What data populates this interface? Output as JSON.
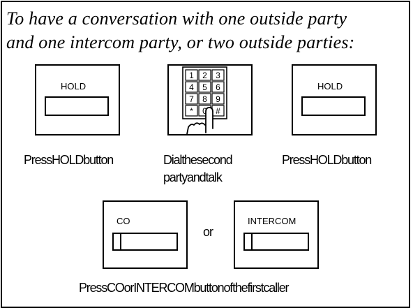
{
  "heading": {
    "line1": "To have a conversation with one outside party",
    "line2": "and one intercom party, or two outside parties:"
  },
  "steps": {
    "hold_label": "HOLD",
    "step1_caption": "PressHOLDbutton",
    "step2_caption_line1": "Dialthesecond",
    "step2_caption_line2": "partyandtalk",
    "step3_caption": "PressHOLDbutton"
  },
  "keypad": {
    "keys": [
      "1",
      "2",
      "3",
      "4",
      "5",
      "6",
      "7",
      "8",
      "9",
      "*",
      "0",
      "#"
    ]
  },
  "final": {
    "co_label": "CO",
    "or_text": "or",
    "intercom_label": "INTERCOM",
    "caption": "PressCOorINTERCOMbuttonofthefirstcaller"
  }
}
